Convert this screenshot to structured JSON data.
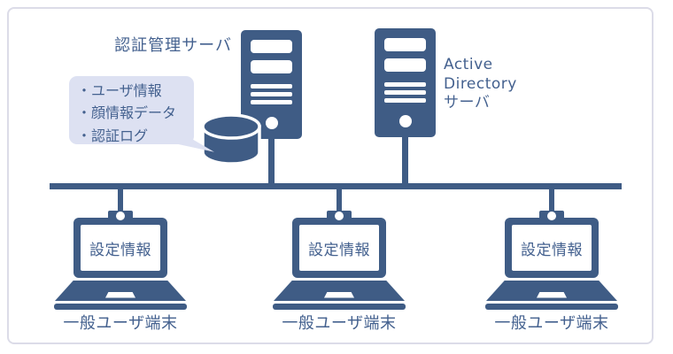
{
  "colors": {
    "primary": "#3f5c85",
    "text": "#44618f",
    "bubble_bg": "#dde1f2",
    "frame_border": "#dcdce8"
  },
  "auth_server": {
    "label": "認証管理サーバ"
  },
  "ad_server": {
    "label_line1": "Active",
    "label_line2": "Directory",
    "label_line3": "サーバ"
  },
  "database_note": {
    "items": [
      "・ユーザ情報",
      "・顔情報データ",
      "・認証ログ"
    ]
  },
  "terminals": [
    {
      "screen_label": "設定情報",
      "caption": "一般ユーザ端末"
    },
    {
      "screen_label": "設定情報",
      "caption": "一般ユーザ端末"
    },
    {
      "screen_label": "設定情報",
      "caption": "一般ユーザ端末"
    }
  ]
}
